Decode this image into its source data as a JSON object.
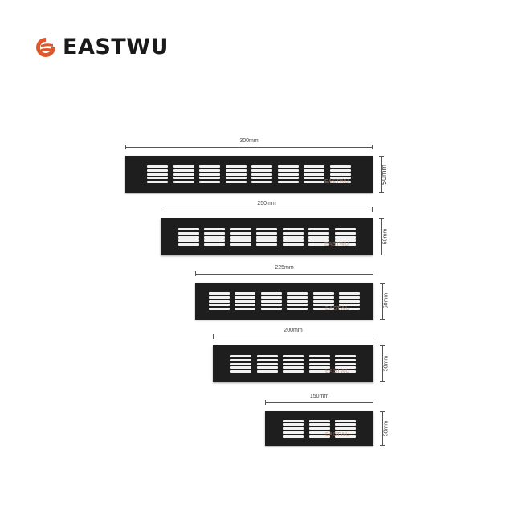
{
  "brand": {
    "name": "EASTWU",
    "accent_color": "#e2572a",
    "icon": "eastwu-logo-icon"
  },
  "watermark": "EASTWU",
  "vents": [
    {
      "width_label": "300mm",
      "height_label": "50mm",
      "slot_groups": 8
    },
    {
      "width_label": "250mm",
      "height_label": "50mm",
      "slot_groups": 7
    },
    {
      "width_label": "225mm",
      "height_label": "50mm",
      "slot_groups": 6
    },
    {
      "width_label": "200mm",
      "height_label": "50mm",
      "slot_groups": 5
    },
    {
      "width_label": "150mm",
      "height_label": "50mm",
      "slot_groups": 3
    }
  ]
}
